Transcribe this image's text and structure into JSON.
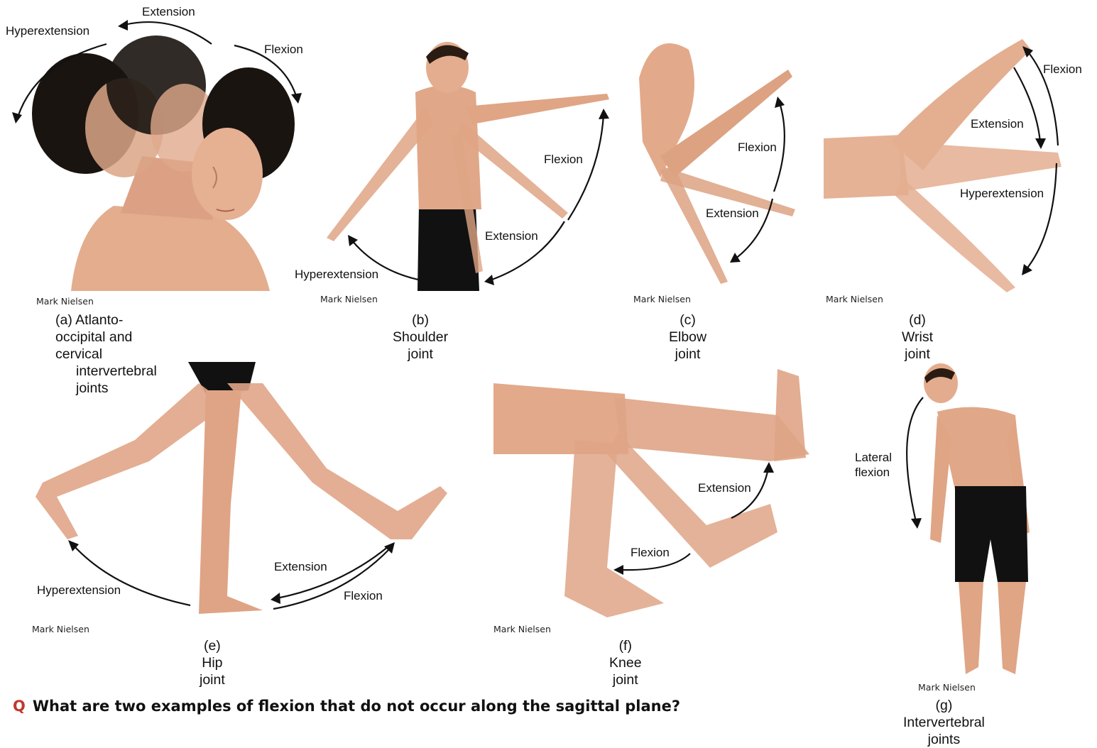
{
  "panels": [
    {
      "id": "a",
      "caption_line1": "(a) Atlanto-occipital and cervical",
      "caption_line2": "intervertebral joints",
      "credit": "Mark Nielsen",
      "labels": [
        "Extension",
        "Hyperextension",
        "Flexion"
      ]
    },
    {
      "id": "b",
      "caption": "(b) Shoulder joint",
      "credit": "Mark Nielsen",
      "labels": [
        "Flexion",
        "Extension",
        "Hyperextension"
      ]
    },
    {
      "id": "c",
      "caption": "(c) Elbow joint",
      "credit": "Mark Nielsen",
      "labels": [
        "Flexion",
        "Extension"
      ]
    },
    {
      "id": "d",
      "caption": "(d) Wrist joint",
      "credit": "Mark Nielsen",
      "labels": [
        "Flexion",
        "Extension",
        "Hyperextension"
      ]
    },
    {
      "id": "e",
      "caption": "(e) Hip joint",
      "credit": "Mark Nielsen",
      "labels": [
        "Extension",
        "Hyperextension",
        "Flexion"
      ]
    },
    {
      "id": "f",
      "caption": "(f) Knee joint",
      "credit": "Mark Nielsen",
      "labels": [
        "Extension",
        "Flexion"
      ]
    },
    {
      "id": "g",
      "caption": "(g) Intervertebral joints",
      "credit": "Mark Nielsen",
      "labels": [
        "Lateral",
        "flexion"
      ]
    }
  ],
  "question": {
    "marker": "Q",
    "text": "What are two examples of flexion that do not occur along the sagittal plane?"
  },
  "colors": {
    "skin": "#e8b89c",
    "skin_shade": "#c98d6f",
    "hair": "#1a1410",
    "shorts": "#111111",
    "arrow": "#111111",
    "question_marker": "#c0392b"
  }
}
